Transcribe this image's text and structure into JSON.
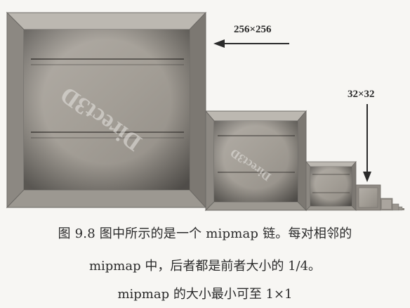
{
  "figure": {
    "label_256": "256×256",
    "label_32": "32×32",
    "watermark": "Direct3D",
    "colors": {
      "frame": "#8d8a85",
      "wood": "#a9a49d",
      "plank_line": "#5f5b56",
      "arrow": "#2a2a2a"
    }
  },
  "caption": {
    "line1": "图 9.8   图中所示的是一个 mipmap 链。每对相邻的",
    "line2": "mipmap 中，后者都是前者大小的 1/4。",
    "line3": "mipmap 的大小最小可至 1×1"
  }
}
